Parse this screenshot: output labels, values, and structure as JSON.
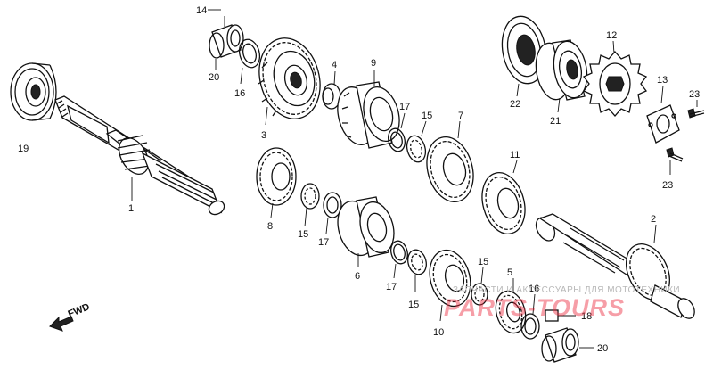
{
  "fwd_label": "FWD",
  "watermark": {
    "line": "ЗАПЧАСТИ И АКСЕССУАРЫ ДЛЯ МОТОТЕХНИКИ",
    "logo": "PARTS-TOURS"
  },
  "callouts": {
    "p14": "14",
    "p20a": "20",
    "p16a": "16",
    "p3": "3",
    "p4": "4",
    "p9": "9",
    "p17a": "17",
    "p15a": "15",
    "p7": "7",
    "p19": "19",
    "p1": "1",
    "p8": "8",
    "p15b": "15",
    "p17b": "17",
    "p6": "6",
    "p17c": "17",
    "p15c": "15",
    "p11": "11",
    "p22": "22",
    "p21": "21",
    "p12": "12",
    "p13": "13",
    "p23a": "23",
    "p23b": "23",
    "p2": "2",
    "p15d": "15",
    "p5": "5",
    "p16b": "16",
    "p18": "18",
    "p10": "10",
    "p20b": "20"
  }
}
